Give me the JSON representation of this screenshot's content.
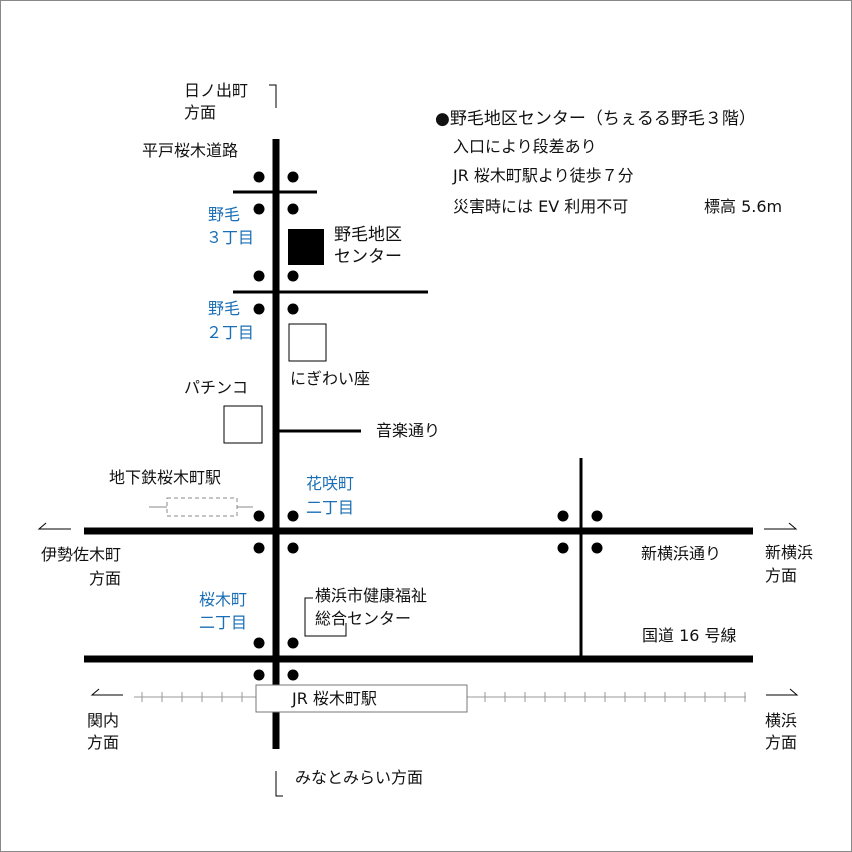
{
  "colors": {
    "road": "#000000",
    "district_label": "#1a6eb5",
    "background": "#ffffff",
    "dashed_station": "#888888",
    "rail": "#999999"
  },
  "info": {
    "title": "●野毛地区センター（ちぇるる野毛３階）",
    "line1": "入口により段差あり",
    "line2": "JR 桜木町駅より徒歩７分",
    "line3": "災害時には EV 利用不可",
    "elevation": "標高 5.6m"
  },
  "directions": {
    "hinode_1": "日ノ出町",
    "hinode_2": "方面",
    "isezaki_1": "伊勢佐木町",
    "isezaki_2": "方面",
    "shinyokohama_1": "新横浜",
    "shinyokohama_2": "方面",
    "kannai_1": "関内",
    "kannai_2": "方面",
    "yokohama_1": "横浜",
    "yokohama_2": "方面",
    "minatomirai": "みなとみらい方面"
  },
  "roads": {
    "hirado": "平戸桜木道路",
    "ongaku": "音楽通り",
    "shinyokohama_dori": "新横浜通り",
    "route16": "国道 16 号線"
  },
  "districts": {
    "noge3_1": "野毛",
    "noge3_2": "３丁目",
    "noge2_1": "野毛",
    "noge2_2": "２丁目",
    "hanasaki_1": "花咲町",
    "hanasaki_2": "二丁目",
    "sakuragi_1": "桜木町",
    "sakuragi_2": "二丁目"
  },
  "landmarks": {
    "center_1": "野毛地区",
    "center_2": "センター",
    "nigiwai": "にぎわい座",
    "pachinko": "パチンコ",
    "subway": "地下鉄桜木町駅",
    "welfare_1": "横浜市健康福祉",
    "welfare_2": "総合センター",
    "jr_station": "JR 桜木町駅"
  }
}
